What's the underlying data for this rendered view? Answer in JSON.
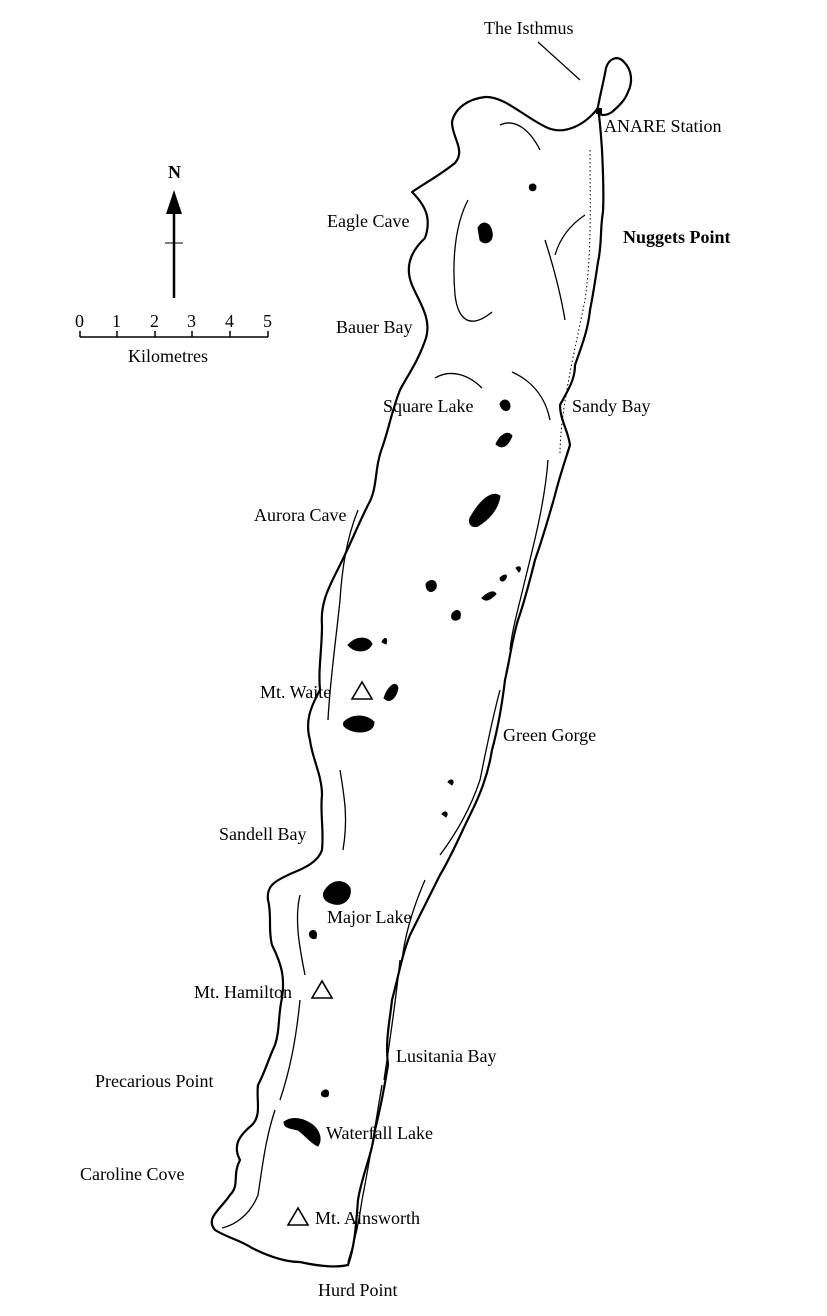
{
  "map": {
    "north_label": "N",
    "scale": {
      "ticks": [
        "0",
        "1",
        "2",
        "3",
        "4",
        "5"
      ],
      "unit": "Kilometres"
    },
    "labels": {
      "isthmus": "The Isthmus",
      "anare_station": "ANARE Station",
      "eagle_cave": "Eagle Cave",
      "nuggets_point": "Nuggets Point",
      "bauer_bay": "Bauer Bay",
      "square_lake": "Square Lake",
      "sandy_bay": "Sandy Bay",
      "aurora_cave": "Aurora Cave",
      "mt_waite": "Mt. Waite",
      "green_gorge": "Green Gorge",
      "sandell_bay": "Sandell Bay",
      "major_lake": "Major Lake",
      "mt_hamilton": "Mt. Hamilton",
      "lusitania_bay": "Lusitania Bay",
      "precarious_point": "Precarious Point",
      "waterfall_lake": "Waterfall Lake",
      "caroline_cove": "Caroline Cove",
      "mt_ainsworth": "Mt. Ainsworth",
      "hurd_point": "Hurd Point"
    }
  }
}
